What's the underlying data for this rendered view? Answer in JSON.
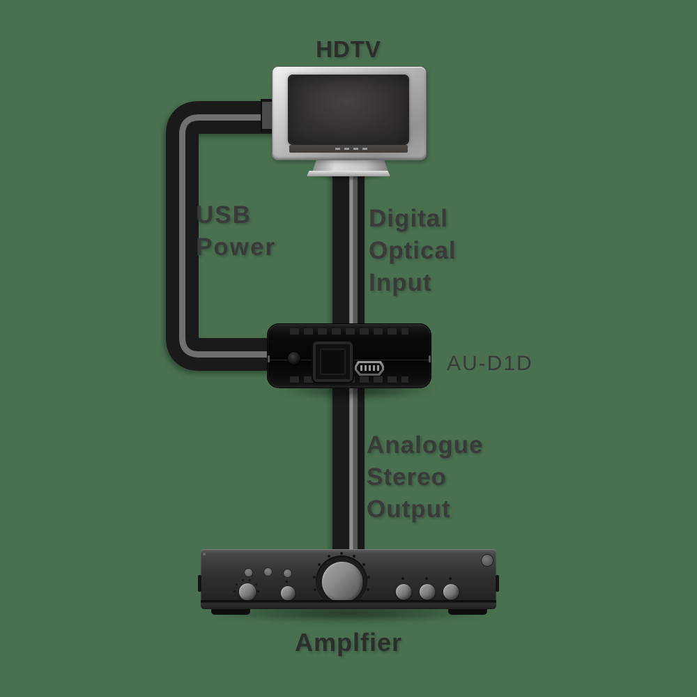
{
  "scene": {
    "colors": {
      "background": "#497150",
      "cable": "#1a1a1a",
      "cable-stripe": "#707070",
      "label-text": "#3a3a3a",
      "title-text": "#2d2d2d"
    },
    "tv": {
      "label": "HDTV"
    },
    "converter": {
      "label": "AU-D1D"
    },
    "amplifier": {
      "label": "Amplfier"
    },
    "usb_cable": {
      "line1": "USB",
      "line2": "Power"
    },
    "optical_cable": {
      "line1": "Digital",
      "line2": "Optical",
      "line3": "Input"
    },
    "analogue_cable": {
      "line1": "Analogue",
      "line2": "Stereo",
      "line3": "Output"
    }
  }
}
